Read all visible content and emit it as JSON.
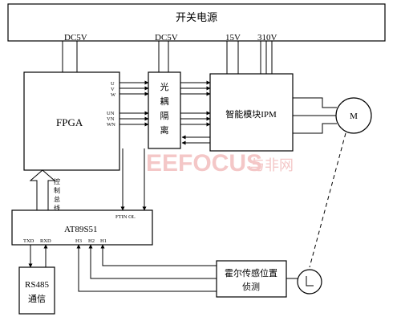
{
  "blocks": {
    "power_supply": "开关电源",
    "fpga": "FPGA",
    "optocoupler": [
      "光",
      "耦",
      "隔",
      "离"
    ],
    "ipm": "智能模块IPM",
    "motor": "M",
    "mcu": "AT89S51",
    "rs485": [
      "RS485",
      "通信"
    ],
    "hall": [
      "霍尔传感位置",
      "侦测"
    ]
  },
  "voltages": {
    "fpga_supply": "DC5V",
    "opto_supply": "DC5V",
    "ipm_15v": "15V",
    "ipm_310v": "310V"
  },
  "fpga_signals_upper": [
    "U",
    "V",
    "W"
  ],
  "fpga_signals_lower": [
    "UN",
    "VN",
    "WN"
  ],
  "control_bus": [
    "控",
    "制",
    "总",
    "线"
  ],
  "mcu_pins": {
    "ftin_ol": "FTIN  OL",
    "txd": "TXD",
    "rxd": "RXD",
    "h3": "H3",
    "h2": "H2",
    "h1": "H1"
  },
  "watermark": {
    "brand": "EEFOCUS",
    "cn": "与非网"
  }
}
